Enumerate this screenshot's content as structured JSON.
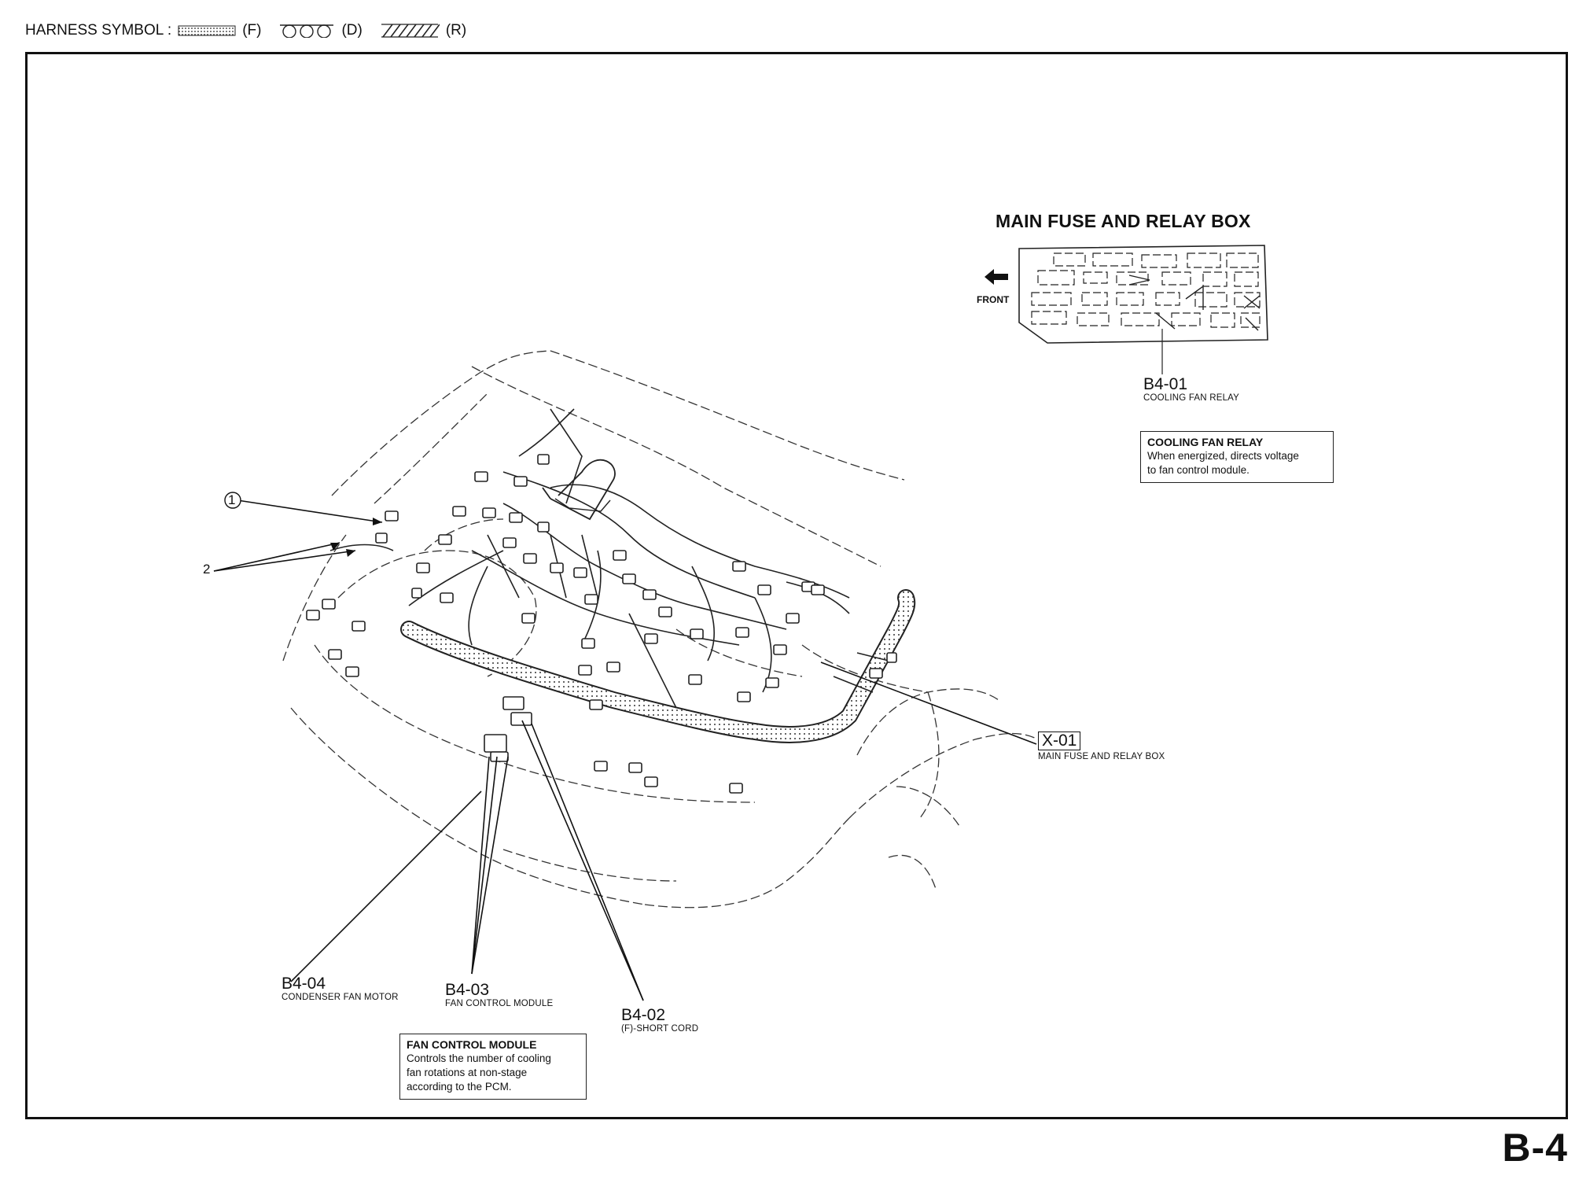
{
  "legend": {
    "prefix": "HARNESS SYMBOL :",
    "items": [
      {
        "symbol": "dotted-band-icon",
        "code": "(F)"
      },
      {
        "symbol": "circle-chain-icon",
        "code": "(D)"
      },
      {
        "symbol": "hatched-band-icon",
        "code": "(R)"
      }
    ]
  },
  "relay_box": {
    "title": "MAIN FUSE AND RELAY BOX",
    "front_label": "FRONT"
  },
  "callouts": {
    "b4_01": {
      "code": "B4-01",
      "desc": "COOLING FAN RELAY"
    },
    "b4_02": {
      "code": "B4-02",
      "desc": "(F)-SHORT CORD"
    },
    "b4_03": {
      "code": "B4-03",
      "desc": "FAN CONTROL MODULE"
    },
    "b4_04": {
      "code": "B4-04",
      "desc": "CONDENSER FAN MOTOR"
    },
    "x_01": {
      "code": "X-01",
      "desc": "MAIN FUSE AND RELAY BOX"
    }
  },
  "markers": {
    "one": "1",
    "two": "2"
  },
  "notes": {
    "cooling_fan_relay": {
      "title": "COOLING FAN RELAY",
      "lines": [
        "When energized, directs voltage",
        "to fan control module."
      ]
    },
    "fan_control_module": {
      "title": "FAN CONTROL MODULE",
      "lines": [
        "Controls the number of cooling",
        "fan rotations at non-stage",
        "according to the PCM."
      ]
    }
  },
  "page_id": "B-4"
}
